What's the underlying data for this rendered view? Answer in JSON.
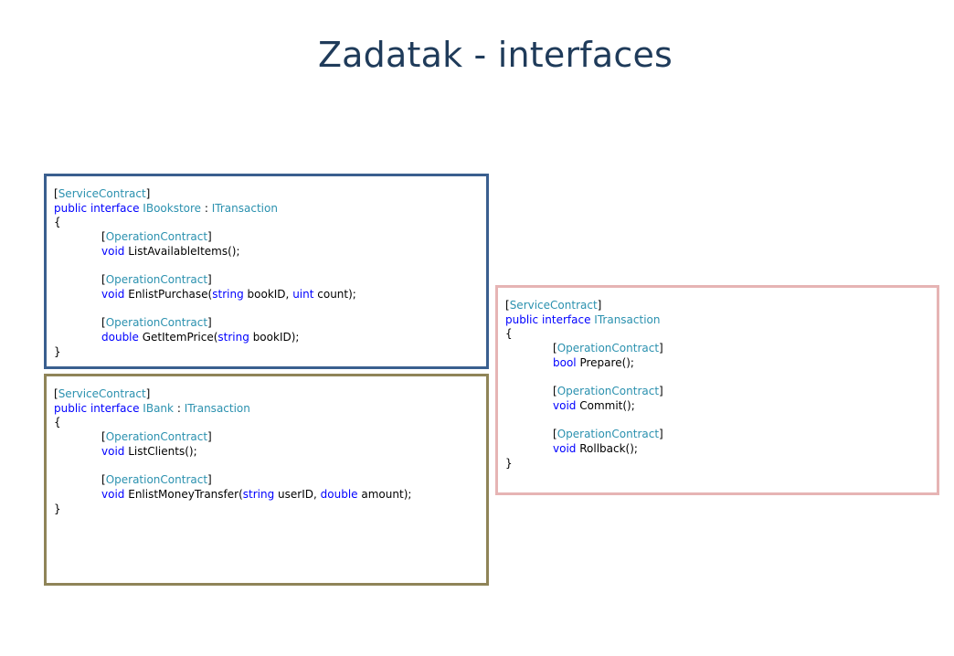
{
  "title": "Zadatak - interfaces",
  "colors": {
    "title": "#1f3b5a",
    "keyword": "#0000ff",
    "type": "#2b91af",
    "text": "#000000",
    "bookstore_border": "#3a5f8f",
    "bank_border": "#8f8458",
    "transaction_border": "#e6b4b4"
  },
  "bookstore": {
    "attr_service": "ServiceContract",
    "kw_public": "public",
    "kw_interface": "interface",
    "name": "IBookstore",
    "colon": ":",
    "base": "ITransaction",
    "open_brace": "{",
    "close_brace": "}",
    "attr_operation": "OperationContract",
    "m1_ret": "void",
    "m1_sig": "ListAvailableItems();",
    "m2_ret": "void",
    "m2_name": "EnlistPurchase(",
    "m2_t1": "string",
    "m2_p1": "bookID,",
    "m2_t2": "uint",
    "m2_p2": "count);",
    "m3_ret": "double",
    "m3_name": "GetItemPrice(",
    "m3_t1": "string",
    "m3_p1": "bookID);"
  },
  "bank": {
    "attr_service": "ServiceContract",
    "kw_public": "public",
    "kw_interface": "interface",
    "name": "IBank",
    "colon": ":",
    "base": "ITransaction",
    "open_brace": "{",
    "close_brace": "}",
    "attr_operation": "OperationContract",
    "m1_ret": "void",
    "m1_sig": "ListClients();",
    "m2_ret": "void",
    "m2_name": "EnlistMoneyTransfer(",
    "m2_t1": "string",
    "m2_p1": "userID,",
    "m2_t2": "double",
    "m2_p2": "amount);"
  },
  "transaction": {
    "attr_service": "ServiceContract",
    "kw_public": "public",
    "kw_interface": "interface",
    "name": "ITransaction",
    "open_brace": "{",
    "close_brace": "}",
    "attr_operation": "OperationContract",
    "m1_ret": "bool",
    "m1_sig": "Prepare();",
    "m2_ret": "void",
    "m2_sig": "Commit();",
    "m3_ret": "void",
    "m3_sig": "Rollback();"
  }
}
